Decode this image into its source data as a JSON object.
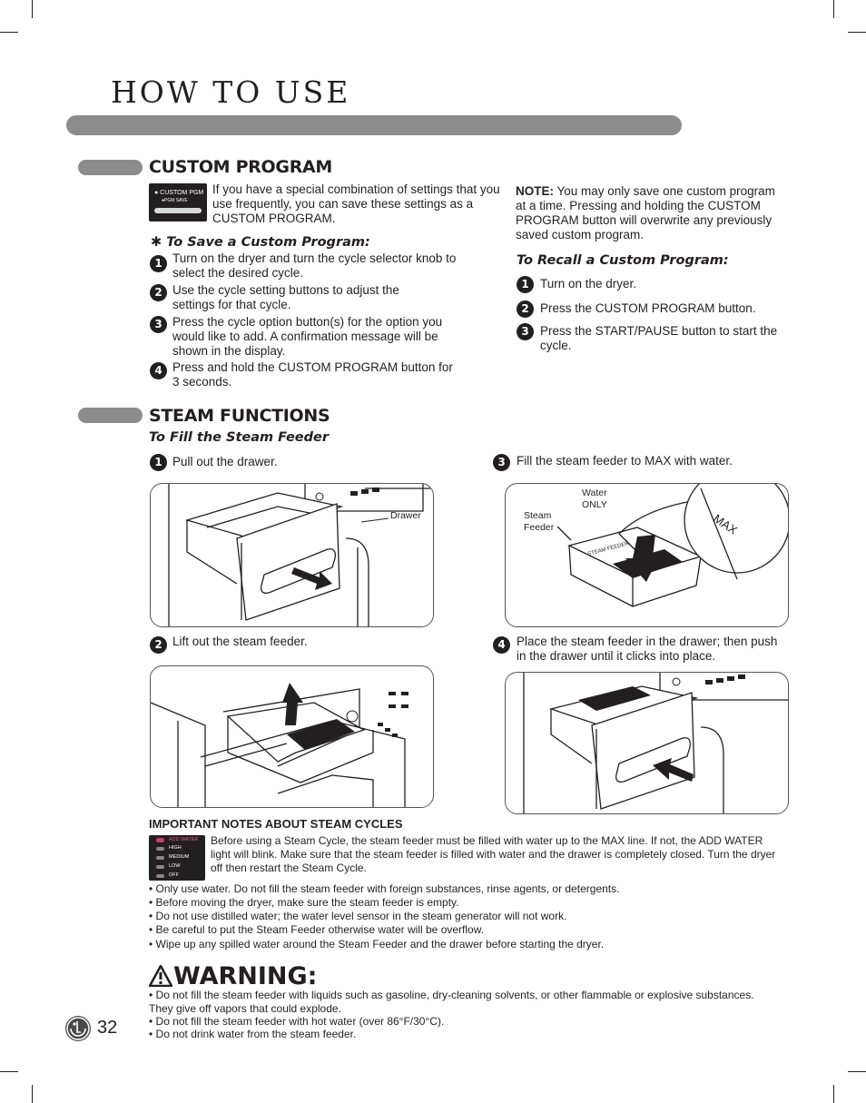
{
  "page": {
    "title": "HOW TO USE",
    "page_number": "32"
  },
  "custom_program": {
    "heading": "CUSTOM PROGRAM",
    "panel_icon": {
      "line1": "● CUSTOM PGM",
      "line2": "●PGM SAVE"
    },
    "intro": "If you have a special combination of settings that you use frequently, you can save these settings as a CUSTOM PROGRAM.",
    "save_heading": "✱ To Save a Custom Program:",
    "save_steps": [
      {
        "num": "1",
        "text": "Turn on the dryer and turn the cycle selector knob to select the desired cycle."
      },
      {
        "num": "2",
        "text": "Use the cycle setting buttons to adjust the settings for that cycle."
      },
      {
        "num": "3",
        "text": "Press the cycle option button(s) for the option you would like to add. A confirmation message will be shown in the display."
      },
      {
        "num": "4",
        "text": "Press and hold the CUSTOM PROGRAM button for 3 seconds."
      }
    ],
    "note_label": "NOTE:",
    "note_text": " You may only save one custom program at a time. Pressing and holding the CUSTOM PROGRAM button will overwrite any previously saved custom program.",
    "recall_heading": "To Recall a Custom Program:",
    "recall_steps": [
      {
        "num": "1",
        "text": "Turn on the dryer."
      },
      {
        "num": "2",
        "text": "Press the CUSTOM PROGRAM button."
      },
      {
        "num": "3",
        "text": "Press the START/PAUSE button to start the cycle."
      }
    ]
  },
  "steam_functions": {
    "heading": "STEAM FUNCTIONS",
    "fill_heading": "To Fill the Steam Feeder",
    "steps": [
      {
        "num": "1",
        "text": "Pull out the drawer."
      },
      {
        "num": "2",
        "text": "Lift out the steam feeder."
      },
      {
        "num": "3",
        "text": "Fill the steam feeder to MAX with water."
      },
      {
        "num": "4",
        "text": "Place the steam feeder in the drawer; then push in the drawer until it clicks into place."
      }
    ],
    "labels": {
      "drawer": "Drawer",
      "water_only_1": "Water",
      "water_only_2": "ONLY",
      "steam_feeder_1": "Steam",
      "steam_feeder_2": "Feeder",
      "max": "MAX",
      "feeder_brand": "STEAM FEEDER"
    }
  },
  "important_notes": {
    "heading": "IMPORTANT NOTES ABOUT STEAM CYCLES",
    "panel_icon": [
      "ADD WATER",
      "HIGH",
      "MEDIUM",
      "LOW",
      "OFF"
    ],
    "intro": "Before using a Steam Cycle, the steam feeder must be filled with water up to the MAX line. If not, the ADD WATER light will blink. Make sure that the steam feeder is filled with water and the drawer is completely closed. Turn the dryer off then restart the Steam Cycle.",
    "bullets": [
      "• Only use water. Do not fill the steam feeder with foreign substances, rinse agents, or detergents.",
      "• Before moving the dryer, make sure the steam feeder is empty.",
      "• Do not use distilled water; the water level sensor in the steam generator will not work.",
      "• Be careful to put the Steam Feeder otherwise water will be overflow.",
      "• Wipe up any spilled water around the Steam Feeder and the drawer before starting the dryer."
    ]
  },
  "warning": {
    "heading": "WARNING:",
    "bullets": [
      "• Do not fill the steam feeder with liquids such as gasoline, dry-cleaning solvents, or other flammable or explosive substances. They give off vapors that could explode.",
      "• Do not fill the steam feeder with hot water (over 86°F/30°C).",
      "• Do not drink water from the steam feeder."
    ]
  },
  "brand": {
    "logo_text": "LG"
  }
}
